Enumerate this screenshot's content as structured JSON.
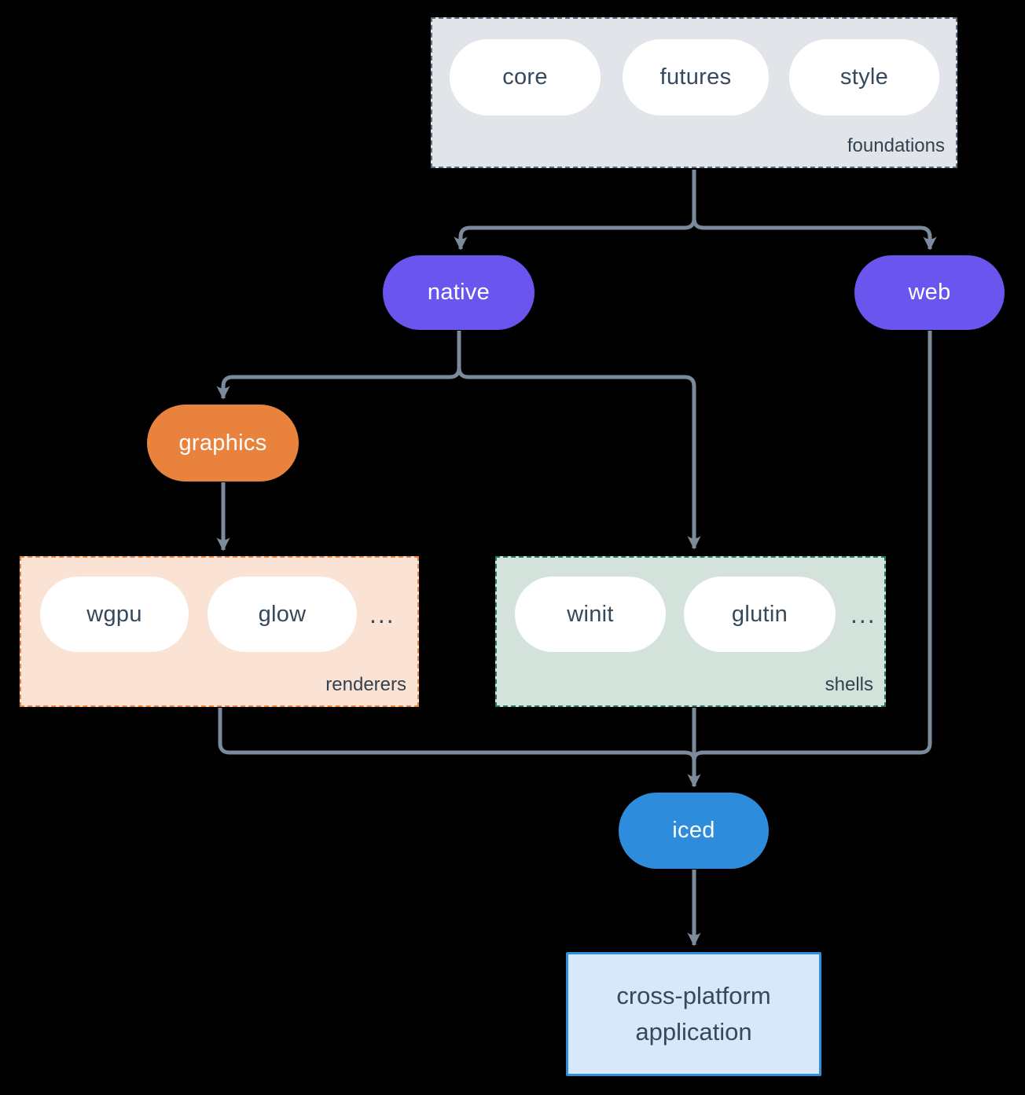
{
  "foundations": {
    "label": "foundations",
    "items": [
      "core",
      "futures",
      "style"
    ]
  },
  "nodes": {
    "native": "native",
    "web": "web",
    "graphics": "graphics",
    "iced": "iced"
  },
  "renderers": {
    "label": "renderers",
    "items": [
      "wgpu",
      "glow"
    ],
    "ellipsis": "..."
  },
  "shells": {
    "label": "shells",
    "items": [
      "winit",
      "glutin"
    ],
    "ellipsis": "..."
  },
  "application": {
    "line1": "cross-platform",
    "line2": "application"
  },
  "colors": {
    "background": "#000000",
    "connector": "#7b8b9c",
    "purple": "#6a56ee",
    "orange": "#e8823c",
    "blue": "#2e8cdc",
    "foundations_fill": "#e1e5e9",
    "foundations_border": "#5c6e80",
    "renderers_fill": "#fae3d4",
    "renderers_border": "#e8823c",
    "shells_fill": "#d3e2da",
    "shells_border": "#27786b",
    "app_fill": "#d9e8f8",
    "app_border": "#2e8fdd",
    "text_dark": "#35495c",
    "text_light": "#ffffff"
  }
}
